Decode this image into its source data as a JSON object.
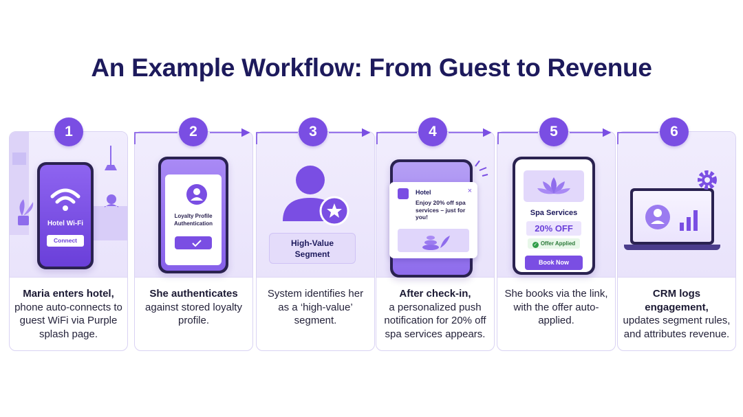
{
  "title": "An Example Workflow: From Guest to Revenue",
  "colors": {
    "accent": "#7a4ee3",
    "title": "#1d1a5c",
    "card_bg": "#ece6fc"
  },
  "steps": [
    {
      "number": "1",
      "caption_bold": "Maria enters hotel,",
      "caption": "phone auto-connects to guest WiFi via Purple splash page.",
      "screen": {
        "label": "Hotel Wi-Fi",
        "button": "Connect"
      }
    },
    {
      "number": "2",
      "caption_bold": "She authenticates",
      "caption": "against stored loyalty profile.",
      "screen": {
        "label_line1": "Loyalty Profile",
        "label_line2": "Authentication"
      }
    },
    {
      "number": "3",
      "caption_bold": "",
      "caption": "System identifies her as a ‘high-value’ segment.",
      "screen": {
        "label_line1": "High-Value",
        "label_line2": "Segment"
      }
    },
    {
      "number": "4",
      "caption_bold": "After check-in,",
      "caption": "a personalized push notification for 20% off spa services appears.",
      "screen": {
        "header": "Hotel",
        "body": "Enjoy 20% off spa services – just for you!",
        "close": "×"
      }
    },
    {
      "number": "5",
      "caption_bold": "",
      "caption": "She books via the link, with the offer auto-applied.",
      "screen": {
        "title": "Spa Services",
        "offer": "20% OFF",
        "applied": "Offer Applied",
        "button": "Book Now"
      }
    },
    {
      "number": "6",
      "caption_bold": "CRM logs engagement,",
      "caption": "updates segment rules, and attributes revenue.",
      "screen": {}
    }
  ]
}
